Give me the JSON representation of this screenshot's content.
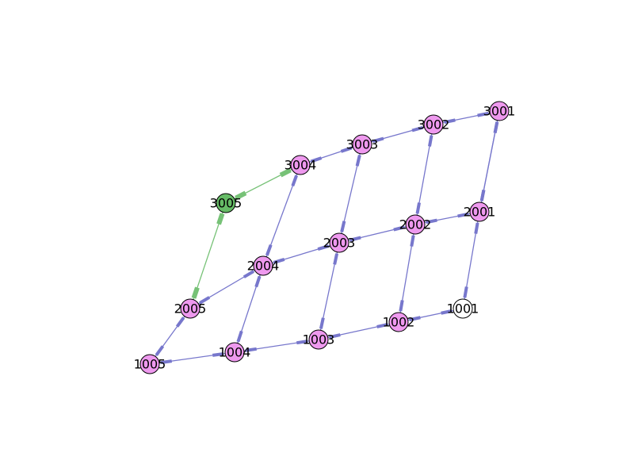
{
  "graph": {
    "colors": {
      "default_node": "#ee99ee",
      "start_node": "#ffffff",
      "goal_node": "#66bb66",
      "default_edge": "#7777cc",
      "path_edge": "#77c277"
    },
    "nodes": [
      {
        "id": "1001",
        "label": "1001",
        "role": "start"
      },
      {
        "id": "1002",
        "label": "1002",
        "role": "default"
      },
      {
        "id": "1003",
        "label": "1003",
        "role": "default"
      },
      {
        "id": "1004",
        "label": "1004",
        "role": "default"
      },
      {
        "id": "1005",
        "label": "1005",
        "role": "default"
      },
      {
        "id": "2001",
        "label": "2001",
        "role": "default"
      },
      {
        "id": "2002",
        "label": "2002",
        "role": "default"
      },
      {
        "id": "2003",
        "label": "2003",
        "role": "default"
      },
      {
        "id": "2004",
        "label": "2004",
        "role": "default"
      },
      {
        "id": "2005",
        "label": "2005",
        "role": "default"
      },
      {
        "id": "3001",
        "label": "3001",
        "role": "default"
      },
      {
        "id": "3002",
        "label": "3002",
        "role": "default"
      },
      {
        "id": "3003",
        "label": "3003",
        "role": "default"
      },
      {
        "id": "3004",
        "label": "3004",
        "role": "default"
      },
      {
        "id": "3005",
        "label": "3005",
        "role": "goal"
      }
    ],
    "edges": [
      {
        "from": "1001",
        "to": "1002",
        "type": "default"
      },
      {
        "from": "1002",
        "to": "1003",
        "type": "default"
      },
      {
        "from": "1003",
        "to": "1004",
        "type": "default"
      },
      {
        "from": "1004",
        "to": "1005",
        "type": "default"
      },
      {
        "from": "1005",
        "to": "2005",
        "type": "default"
      },
      {
        "from": "2005",
        "to": "2004",
        "type": "default"
      },
      {
        "from": "2004",
        "to": "2003",
        "type": "default"
      },
      {
        "from": "2003",
        "to": "2002",
        "type": "default"
      },
      {
        "from": "2002",
        "to": "2001",
        "type": "default"
      },
      {
        "from": "2001",
        "to": "3001",
        "type": "default"
      },
      {
        "from": "3001",
        "to": "3002",
        "type": "default"
      },
      {
        "from": "3002",
        "to": "3003",
        "type": "default"
      },
      {
        "from": "3003",
        "to": "3004",
        "type": "default"
      },
      {
        "from": "1001",
        "to": "2001",
        "type": "default"
      },
      {
        "from": "1002",
        "to": "2002",
        "type": "default"
      },
      {
        "from": "1003",
        "to": "2003",
        "type": "default"
      },
      {
        "from": "1004",
        "to": "2004",
        "type": "default"
      },
      {
        "from": "2001",
        "to": "3001",
        "type": "default"
      },
      {
        "from": "2002",
        "to": "3002",
        "type": "default"
      },
      {
        "from": "2003",
        "to": "3003",
        "type": "default"
      },
      {
        "from": "2004",
        "to": "3004",
        "type": "default"
      },
      {
        "from": "2005",
        "to": "3005",
        "type": "path"
      },
      {
        "from": "3004",
        "to": "3005",
        "type": "path"
      }
    ]
  }
}
